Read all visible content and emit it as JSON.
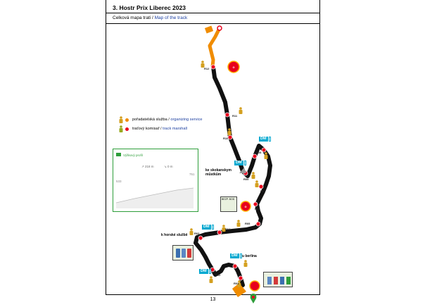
{
  "header": {
    "title": "3. Hostr Prix Liberec 2023",
    "subtitle_cz": "Celková mapa trati / ",
    "subtitle_en": "Map of  the track"
  },
  "legend": {
    "items": [
      {
        "cz": "pořadatelská služba / ",
        "en": "organizing service",
        "dot_color": "#f08c00",
        "icon": "person-orange-icon"
      },
      {
        "cz": "traťový komisař / ",
        "en": "track marshall",
        "dot_color": "#e8001c",
        "icon": "person-green-icon"
      }
    ]
  },
  "profile": {
    "title": "Výškový profil",
    "ascent": "218 m",
    "descent": "0 m",
    "start_elev": "533",
    "end_elev": "751"
  },
  "labels": {
    "ski_jump": "ke skokanskym\nmůstkům",
    "mountain_service": "k horské službě",
    "to_berlin": "u berlina",
    "safety_car": "BEZP. BOD"
  },
  "dm_labels": [
    "DM",
    "DM",
    "DM",
    "DM",
    "DM"
  ],
  "marker_labels": {
    "r12": "R12",
    "r11": "R11",
    "r10": "R10",
    "r09": "R09",
    "r08": "R08",
    "r07": "R07",
    "r06": "R06",
    "r05": "R05",
    "r04": "R04",
    "r03": "R03",
    "r02": "R02",
    "r01": "R01"
  },
  "footer": {
    "page_number": "13"
  },
  "colors": {
    "track": "#111111",
    "start_segment": "#f08c00",
    "marker_red": "#e8001c",
    "dm_blue": "#00a8d0",
    "frame_green": "#2e9e3a"
  }
}
